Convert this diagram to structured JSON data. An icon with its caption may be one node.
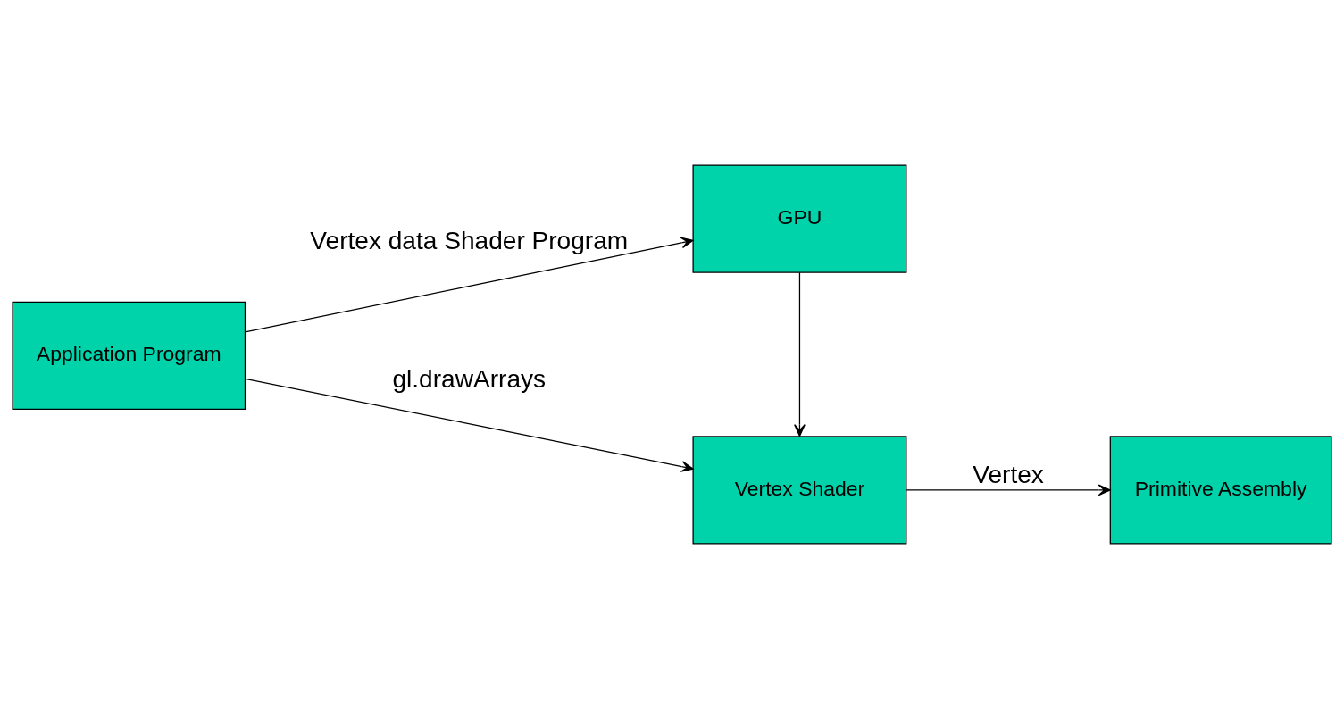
{
  "diagram": {
    "nodes": [
      {
        "text": [
          "Application Program"
        ]
      },
      {
        "text": [
          "GPU"
        ]
      },
      {
        "text": [
          "Vertex Shader"
        ]
      },
      {
        "text": [
          "Primitive Assembly"
        ]
      }
    ],
    "edges": [
      {
        "from": 0,
        "to": 1,
        "arrow": "to",
        "label": "Vertex data Shader Program"
      },
      {
        "from": 1,
        "to": 2,
        "arrow": "to"
      },
      {
        "from": 0,
        "to": 2,
        "arrow": "to",
        "label": "gl.drawArrays"
      },
      {
        "from": 2,
        "to": 3,
        "arrow": "to",
        "label": "Vertex"
      }
    ]
  }
}
